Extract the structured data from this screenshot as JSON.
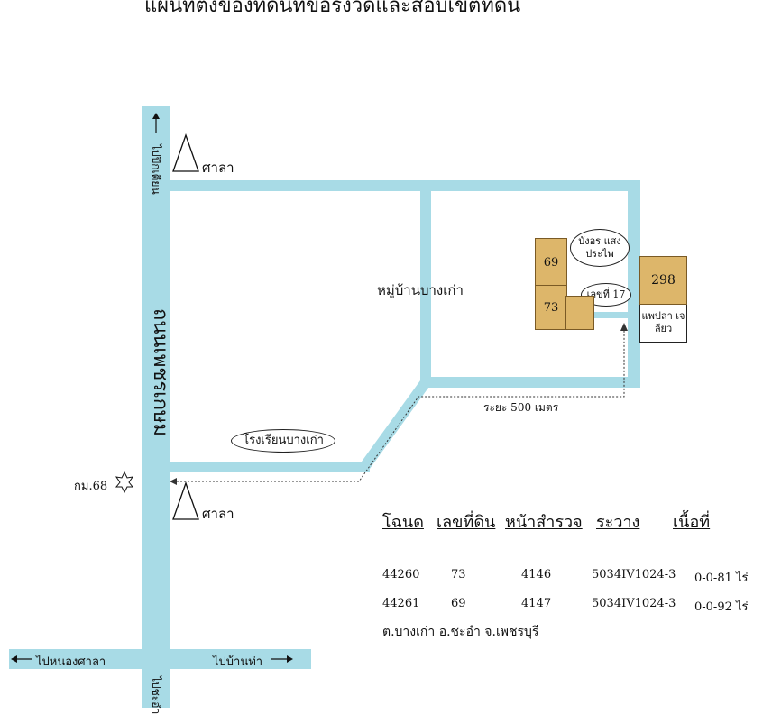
{
  "title": "แผนที่ตั้งของที่ดินที่ขอรังวัดและสอบเขตที่ดิน",
  "main_road": "ถนนเพชรเกษม",
  "roads": {
    "to_north": "ไปปึกเตียน",
    "to_south": "ไปชะอำ",
    "to_west": "ไปหนองศาลา",
    "to_east": "ไปบ้านท่า"
  },
  "landmarks": {
    "sala_top": "ศาลา",
    "sala_bottom": "ศาลา",
    "km_post": "กม.68",
    "village": "หมู่บ้านบางเก่า",
    "school": "โรงเรียนบางเก่า",
    "neighbor": "บังอร แสงประไพ",
    "house_no": "เลขที่ 17",
    "shop": "แพปลา เจลียว",
    "distance": "ระยะ 500 เมตร"
  },
  "plots": [
    {
      "number": "69"
    },
    {
      "number": "73"
    },
    {
      "number": "298"
    }
  ],
  "table": {
    "headers": [
      "โฉนด",
      "เลขที่ดิน",
      "หน้าสำรวจ",
      "ระวาง",
      "เนื้อที่"
    ],
    "rows": [
      [
        "44260",
        "73",
        "4146",
        "5034IV1024-3",
        "0-0-81 ไร่"
      ],
      [
        "44261",
        "69",
        "4147",
        "5034IV1024-3",
        "0-0-92 ไร่"
      ]
    ],
    "location": "ต.บางเก่า อ.ชะอำ จ.เพชรบุรี"
  }
}
